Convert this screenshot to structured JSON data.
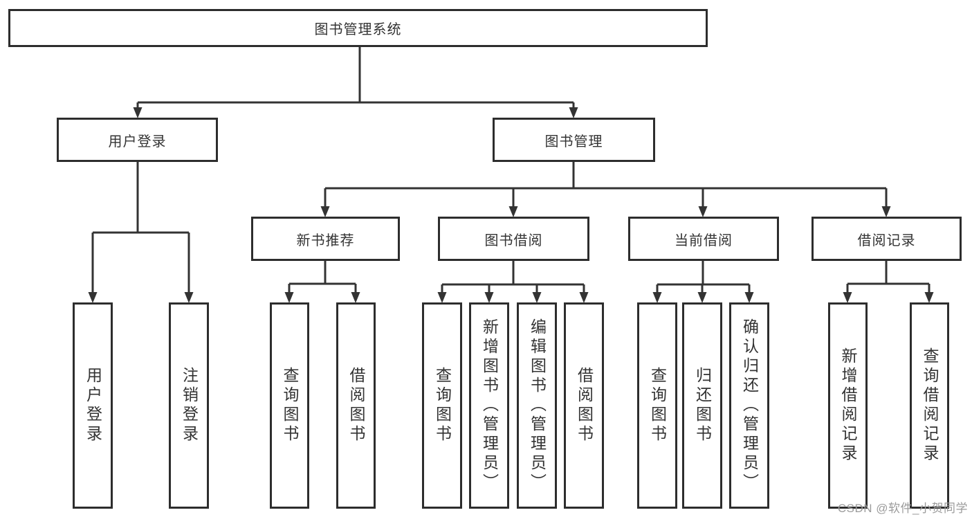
{
  "diagram_title": "图书管理系统",
  "watermark": "CSDN @软件_小贺同学",
  "colors": {
    "line": "#333333",
    "border": "#2d2d2d",
    "text": "#333333",
    "watermark": "#9b9b9b",
    "background": "#ffffff"
  },
  "tree": {
    "label": "图书管理系统",
    "children": [
      {
        "label": "用户登录",
        "children": [
          {
            "label": "用户登录"
          },
          {
            "label": "注销登录"
          }
        ]
      },
      {
        "label": "图书管理",
        "children": [
          {
            "label": "新书推荐",
            "children": [
              {
                "label": "查询图书"
              },
              {
                "label": "借阅图书"
              }
            ]
          },
          {
            "label": "图书借阅",
            "children": [
              {
                "label": "查询图书"
              },
              {
                "label": "新增图书（管理员）"
              },
              {
                "label": "编辑图书（管理员）"
              },
              {
                "label": "借阅图书"
              }
            ]
          },
          {
            "label": "当前借阅",
            "children": [
              {
                "label": "查询图书"
              },
              {
                "label": "归还图书"
              },
              {
                "label": "确认归还（管理员）"
              }
            ]
          },
          {
            "label": "借阅记录",
            "children": [
              {
                "label": "新增借阅记录"
              },
              {
                "label": "查询借阅记录"
              }
            ]
          }
        ]
      }
    ]
  }
}
